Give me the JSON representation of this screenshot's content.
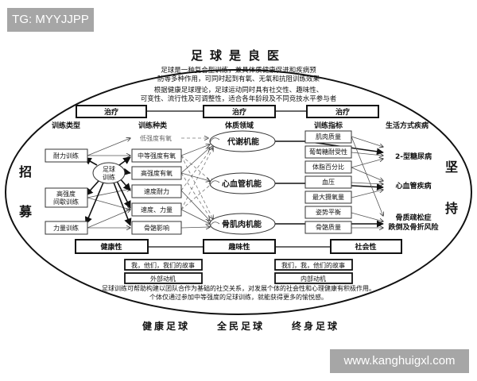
{
  "watermarks": {
    "top": "TG: MYYJJPP",
    "bottom": "www.kanghuigxl.com"
  },
  "title": "足球是良医",
  "intro": {
    "para1_line1": "足球是一种复合型训练，兼具体质健康促进和疾病预",
    "para1_line2": "防等多种作用，可同时起到有氧、无氧和抗阻训练效果",
    "para2_line1": "根据健康足球理论，足球运动同时具有社交性、趣味性、",
    "para2_line2": "可变性、流行性及可调整性，适合各年龄段及不同竞技水平参与者"
  },
  "side_labels": {
    "left_top": "招",
    "left_bottom": "募",
    "right_top": "坚",
    "right_bottom": "持"
  },
  "treatment_boxes": [
    "治疗",
    "治疗",
    "治疗"
  ],
  "column_headers": {
    "training_type": "训练类型",
    "training_kind": "训练种类",
    "physique_domain": "体质领域",
    "training_indicator": "训练指标",
    "lifestyle_disease": "生活方式疾病"
  },
  "center_node": {
    "line1": "足球",
    "line2": "训练"
  },
  "training_types": [
    "耐力训练",
    "高强度\n间歇训练",
    "力量训练"
  ],
  "training_types_lines": [
    [
      "耐力训练"
    ],
    [
      "高强度",
      "间歇训练"
    ],
    [
      "力量训练"
    ]
  ],
  "training_kinds": {
    "unboxed": "低强度有氧",
    "boxed": [
      "中等强度有氧",
      "高强度有氧",
      "速度耐力",
      "速度、力量",
      "骨骼影响"
    ]
  },
  "physique_domains": [
    "代谢机能",
    "心血管机能",
    "骨肌肉机能"
  ],
  "training_indicators": [
    "肌肉质量",
    "葡萄糖耐受性",
    "体脂百分比",
    "血压",
    "最大摄氧量",
    "姿势平衡",
    "骨骼质量"
  ],
  "lifestyle_diseases": {
    "d1": "2-型糖尿病",
    "d2": "心血管疾病",
    "d3_line1": "骨质疏松症",
    "d3_line2": "跌倒及骨折风险"
  },
  "attribute_boxes": [
    "健康性",
    "趣味性",
    "社会性"
  ],
  "story_boxes": {
    "left_story": "我，他们，我们的故事",
    "left_motive": "外部动机",
    "right_story": "我们，我，他们的故事",
    "right_motive": "内部动机"
  },
  "conclusion": {
    "line1": "足球训练可帮助构建以团队合作为基础的社交关系，对发展个体的社会性和心理健康有积极作用。",
    "line2": "个体仅通过参加中等强度的足球训练，就能获得更多的愉悦感。"
  },
  "slogans": [
    "健康足球",
    "全民足球",
    "终身足球"
  ]
}
